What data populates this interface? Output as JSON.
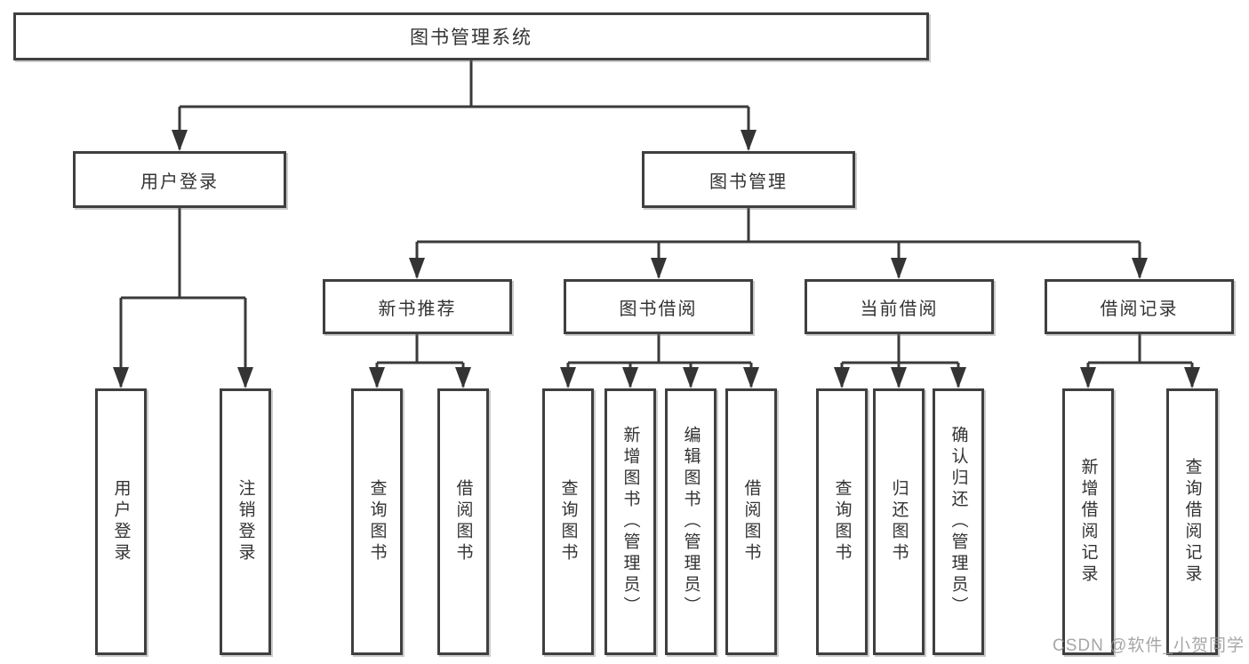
{
  "diagram_title": "图书管理系统",
  "nodes": {
    "root": "图书管理系统",
    "user_login": "用户登录",
    "book_mgmt": "图书管理",
    "new_book_rec": "新书推荐",
    "book_borrow": "图书借阅",
    "current_borrow": "当前借阅",
    "borrow_records": "借阅记录",
    "leaf_user_login": "用户登录",
    "leaf_logout": "注销登录",
    "leaf_nb_query": "查询图书",
    "leaf_nb_borrow": "借阅图书",
    "leaf_bb_query": "查询图书",
    "leaf_bb_add": "新增图书（管理员）",
    "leaf_bb_edit": "编辑图书（管理员）",
    "leaf_bb_borrow": "借阅图书",
    "leaf_cb_query": "查询图书",
    "leaf_cb_return": "归还图书",
    "leaf_cb_confirm": "确认归还（管理员）",
    "leaf_br_add": "新增借阅记录",
    "leaf_br_query": "查询借阅记录"
  },
  "watermark": "CSDN @软件_小贺同学",
  "colors": {
    "line": "#3a3a3a",
    "box_border": "#3f3f3f",
    "text": "#333333",
    "watermark": "#969696",
    "background": "#ffffff"
  }
}
